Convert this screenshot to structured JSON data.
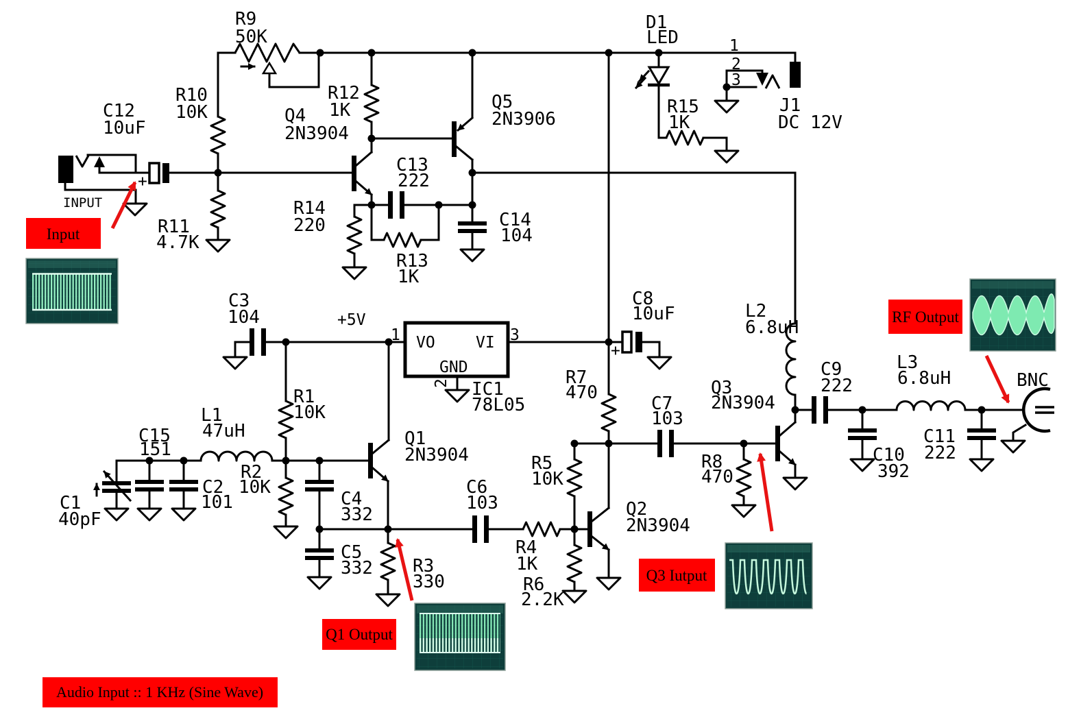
{
  "schematic": {
    "parts": {
      "R1": {
        "ref": "R1",
        "value": "10K"
      },
      "R2": {
        "ref": "R2",
        "value": "10K"
      },
      "R3": {
        "ref": "R3",
        "value": "330"
      },
      "R4": {
        "ref": "R4",
        "value": "1K"
      },
      "R5": {
        "ref": "R5",
        "value": "10K"
      },
      "R6": {
        "ref": "R6",
        "value": "2.2K"
      },
      "R7": {
        "ref": "R7",
        "value": "470"
      },
      "R8": {
        "ref": "R8",
        "value": "470"
      },
      "R9": {
        "ref": "R9",
        "value": "50K"
      },
      "R10": {
        "ref": "R10",
        "value": "10K"
      },
      "R11": {
        "ref": "R11",
        "value": "4.7K"
      },
      "R12": {
        "ref": "R12",
        "value": "1K"
      },
      "R13": {
        "ref": "R13",
        "value": "1K"
      },
      "R14": {
        "ref": "R14",
        "value": "220"
      },
      "R15": {
        "ref": "R15",
        "value": "1K"
      },
      "C1": {
        "ref": "C1",
        "value": "40pF"
      },
      "C2": {
        "ref": "C2",
        "value": "101"
      },
      "C3": {
        "ref": "C3",
        "value": "104"
      },
      "C4": {
        "ref": "C4",
        "value": "332"
      },
      "C5": {
        "ref": "C5",
        "value": "332"
      },
      "C6": {
        "ref": "C6",
        "value": "103"
      },
      "C7": {
        "ref": "C7",
        "value": "103"
      },
      "C8": {
        "ref": "C8",
        "value": "10uF"
      },
      "C9": {
        "ref": "C9",
        "value": "222"
      },
      "C10": {
        "ref": "C10",
        "value": "392"
      },
      "C11": {
        "ref": "C11",
        "value": "222"
      },
      "C12": {
        "ref": "C12",
        "value": "10uF"
      },
      "C13": {
        "ref": "C13",
        "value": "222"
      },
      "C14": {
        "ref": "C14",
        "value": "104"
      },
      "C15": {
        "ref": "C15",
        "value": "151"
      },
      "L1": {
        "ref": "L1",
        "value": "47uH"
      },
      "L2": {
        "ref": "L2",
        "value": "6.8uH"
      },
      "L3": {
        "ref": "L3",
        "value": "6.8uH"
      },
      "Q1": {
        "ref": "Q1",
        "value": "2N3904"
      },
      "Q2": {
        "ref": "Q2",
        "value": "2N3904"
      },
      "Q3": {
        "ref": "Q3",
        "value": "2N3904"
      },
      "Q4": {
        "ref": "Q4",
        "value": "2N3904"
      },
      "Q5": {
        "ref": "Q5",
        "value": "2N3906"
      },
      "D1": {
        "ref": "D1",
        "value": "LED"
      },
      "J1": {
        "ref": "J1",
        "value": "DC 12V"
      },
      "IC1": {
        "ref": "IC1",
        "value": "78L05"
      }
    },
    "ic1_pins": {
      "vo": "VO",
      "vi": "VI",
      "gnd": "GND",
      "p1": "1",
      "p2": "2",
      "p3": "3"
    },
    "j1_pins": {
      "p1": "1",
      "p2": "2",
      "p3": "3"
    },
    "labels": {
      "plus5v": "+5V",
      "input_jack": "INPUT",
      "bnc": "BNC",
      "plus": "+"
    }
  },
  "annotations": {
    "input": "Input",
    "q1_output": "Q1 Output",
    "q3_output": "Q3 Iutput",
    "rf_output": "RF Output",
    "audio_input": "Audio Input :: 1 KHz (Sine Wave)"
  },
  "colors": {
    "annotation_bg": "#ff0000",
    "annotation_arrow": "#e81313",
    "wire": "#000000",
    "scope_bg": "#0e3e3b",
    "scope_trace": "#96efc2"
  }
}
